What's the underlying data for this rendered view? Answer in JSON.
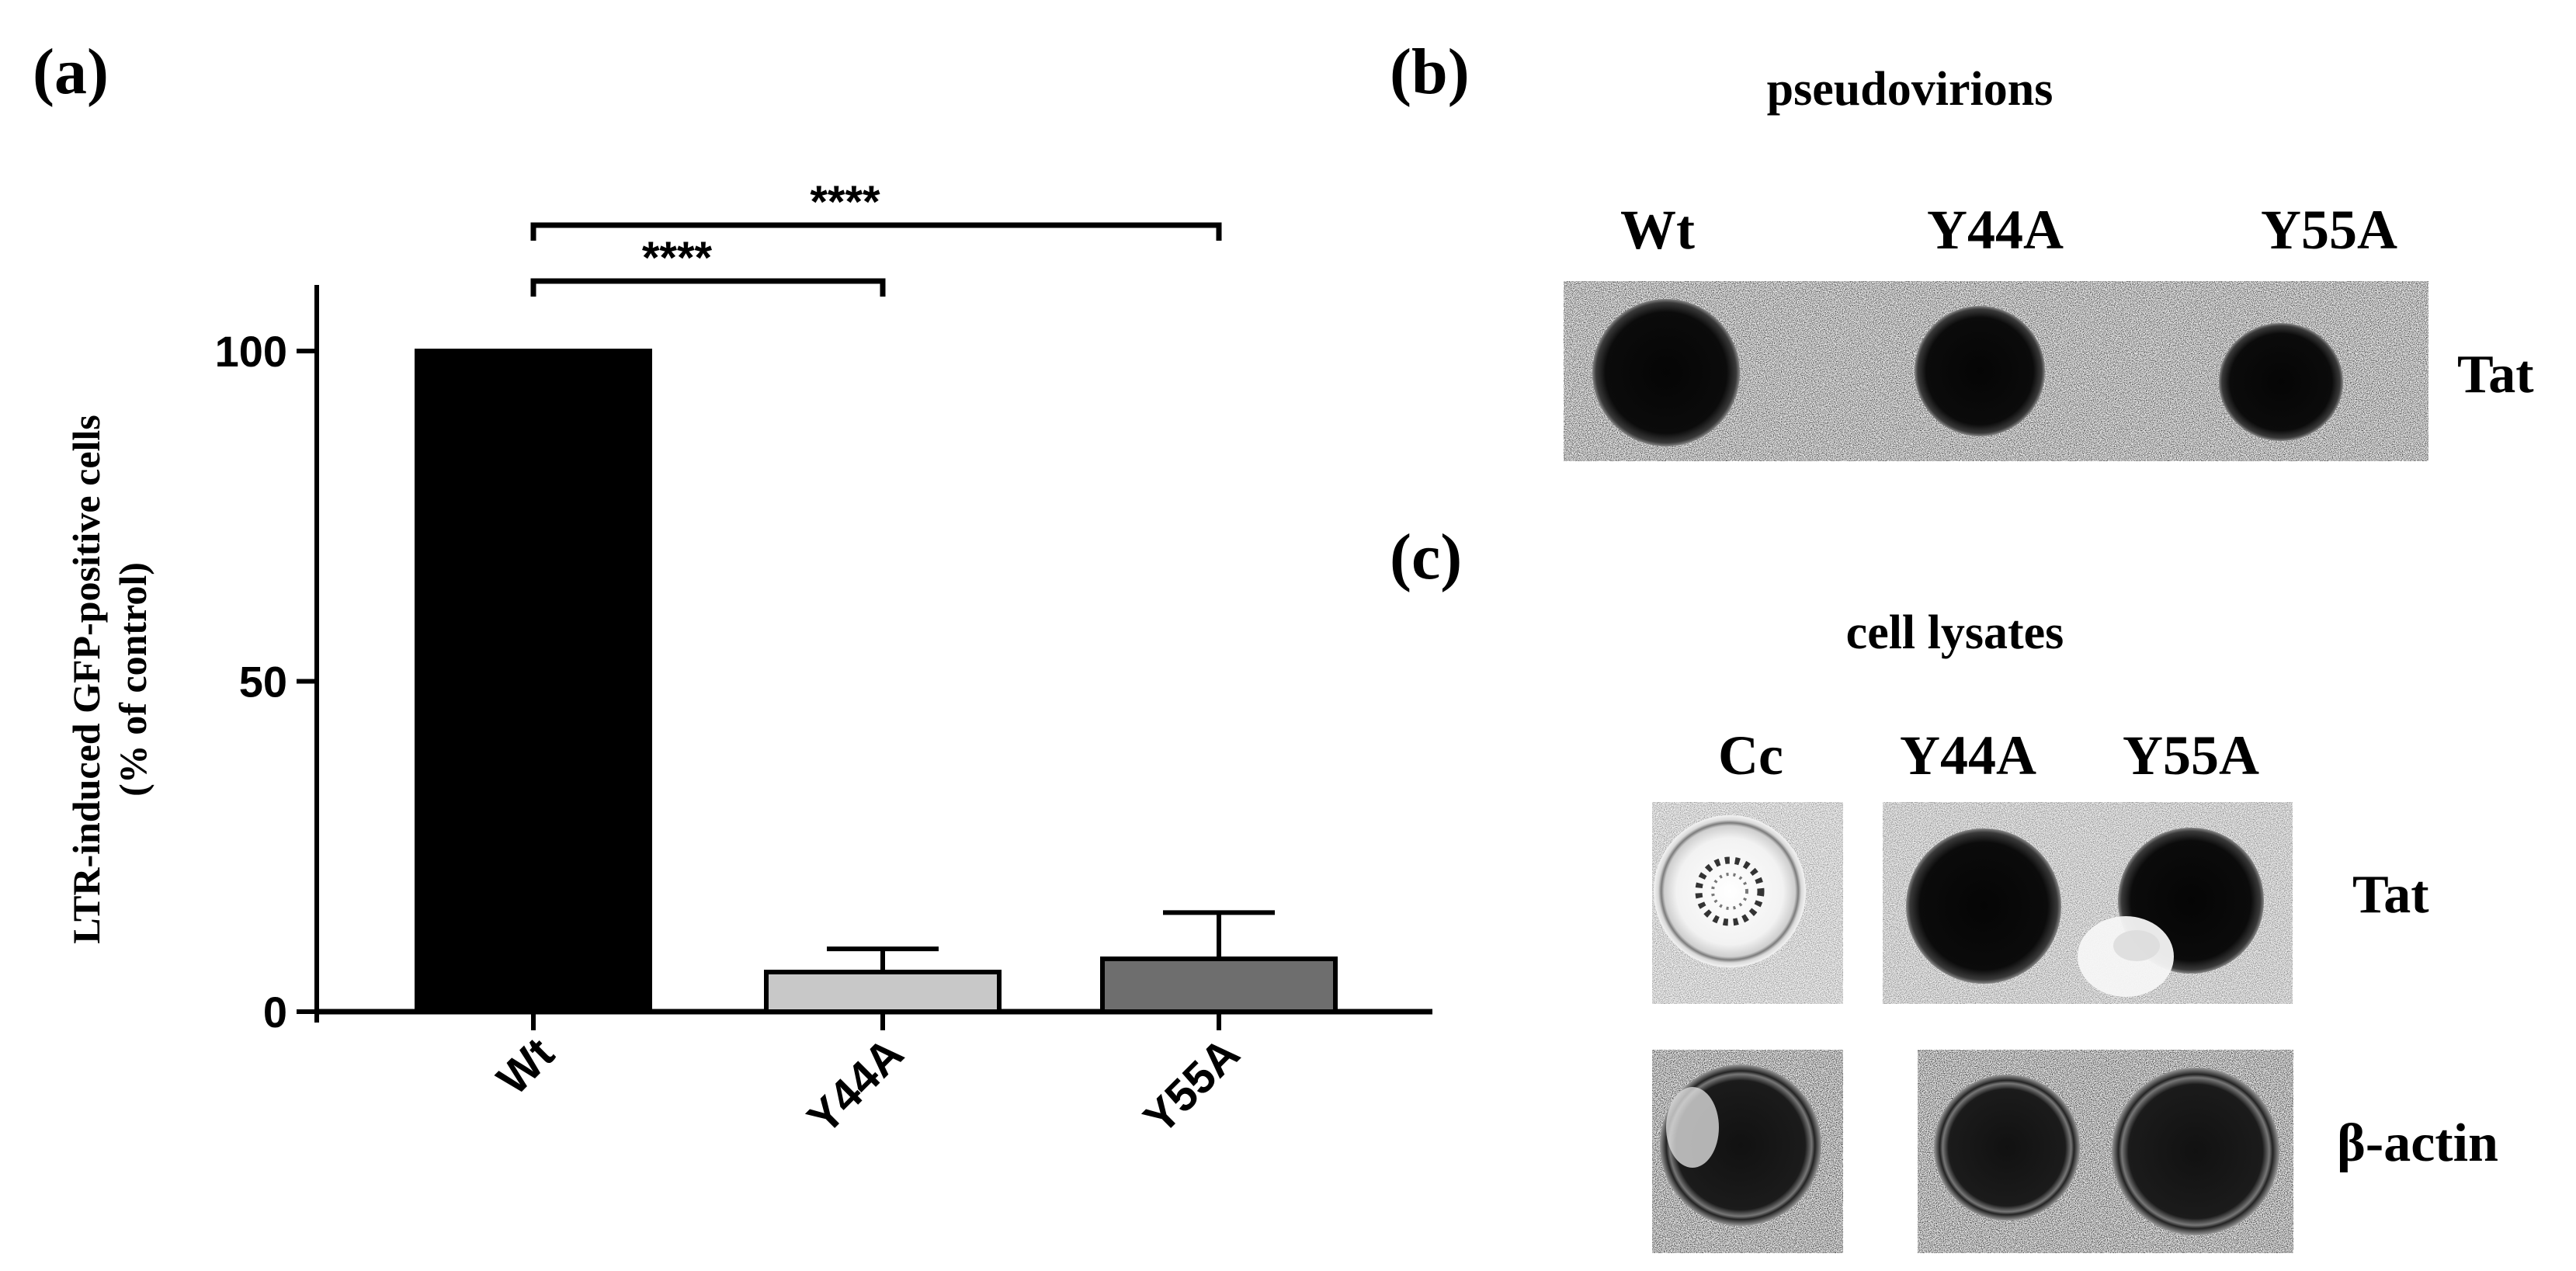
{
  "panel_a": {
    "label": "(a)",
    "ylabel_line1": "LTR-induced GFP-positive cells",
    "ylabel_line2": "(% of control)"
  },
  "panel_b": {
    "label": "(b)",
    "title": "pseudovirions",
    "columns": [
      "Wt",
      "Y44A",
      "Y55A"
    ],
    "row_label": "Tat"
  },
  "panel_c": {
    "label": "(c)",
    "title": "cell lysates",
    "columns": [
      "Cc",
      "Y44A",
      "Y55A"
    ],
    "row_labels": [
      "Tat",
      "β-actin"
    ]
  },
  "chart_data": {
    "type": "bar",
    "categories": [
      "Wt",
      "Y44A",
      "Y55A"
    ],
    "values": [
      100,
      6,
      8
    ],
    "errors": [
      0,
      3.5,
      7
    ],
    "ylim": [
      0,
      110
    ],
    "yticks": [
      "0",
      "50",
      "100"
    ],
    "ylabel": "LTR-induced GFP-positive cells (% of control)",
    "grid": false,
    "colors": [
      "#000000",
      "#c8c8c8",
      "#6e6e6e"
    ],
    "significance": [
      {
        "from": "Wt",
        "to": "Y44A",
        "label": "****"
      },
      {
        "from": "Wt",
        "to": "Y55A",
        "label": "****"
      }
    ]
  }
}
